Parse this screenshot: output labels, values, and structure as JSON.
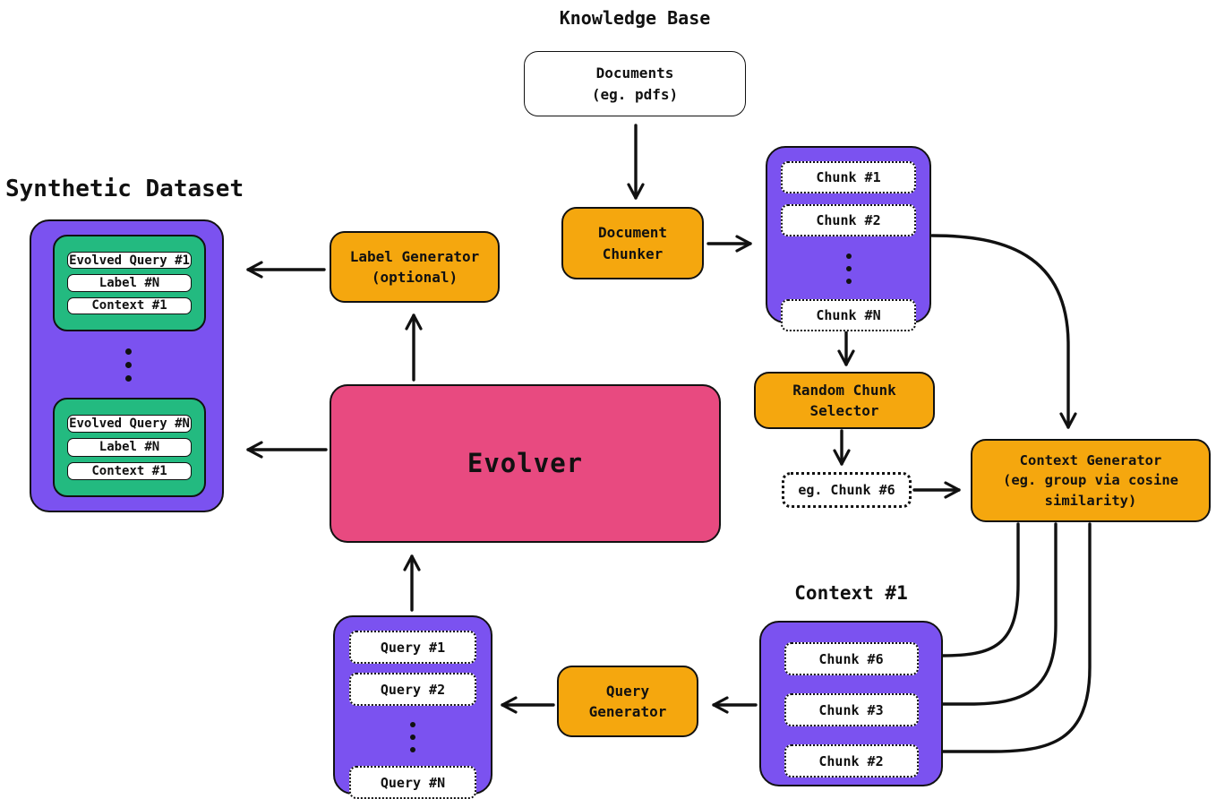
{
  "colors": {
    "purple": "#7B52F0",
    "orange": "#F5A70E",
    "pink": "#E84A80",
    "green": "#23BA80",
    "line": "#111111",
    "background": "#ffffff"
  },
  "titles": {
    "knowledge_base": "Knowledge Base",
    "synthetic_dataset": "Synthetic Dataset",
    "context1": "Context #1"
  },
  "nodes": {
    "documents": {
      "label": "Documents\n(eg. pdfs)"
    },
    "document_chunker": {
      "label": "Document\nChunker"
    },
    "chunks_box": {
      "items": [
        "Chunk #1",
        "Chunk #2",
        "Chunk #N"
      ]
    },
    "random_chunk_selector": {
      "label": "Random Chunk\nSelector"
    },
    "example_chunk": {
      "label": "eg. Chunk #6"
    },
    "context_generator": {
      "label": "Context Generator\n(eg. group via cosine\nsimilarity)"
    },
    "context1_box": {
      "items": [
        "Chunk #6",
        "Chunk #3",
        "Chunk #2"
      ]
    },
    "query_generator": {
      "label": "Query\nGenerator"
    },
    "queries_box": {
      "items": [
        "Query #1",
        "Query #2",
        "Query #N"
      ]
    },
    "evolver": {
      "label": "Evolver"
    },
    "label_generator": {
      "label": "Label Generator\n(optional)"
    },
    "synthetic_dataset_box": {
      "group1": {
        "items": [
          "Evolved Query #1",
          "Label #N",
          "Context #1"
        ]
      },
      "group2": {
        "items": [
          "Evolved Query #N",
          "Label #N",
          "Context #1"
        ]
      }
    }
  },
  "icons": {
    "vertical_ellipsis": "⋮",
    "arrowhead": "chevron"
  }
}
